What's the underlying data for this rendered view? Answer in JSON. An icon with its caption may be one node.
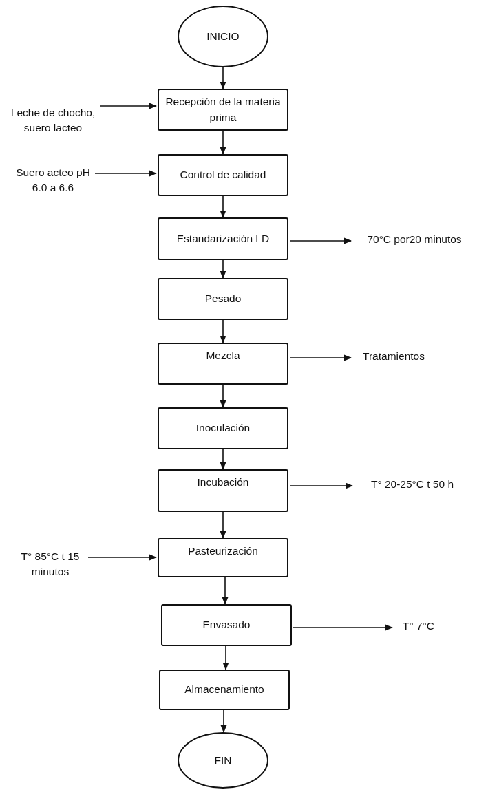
{
  "diagram": {
    "nodes": [
      {
        "text": [
          "INICIO"
        ]
      },
      {
        "text": [
          "Recepción de la materia prima"
        ]
      },
      {
        "text": [
          "Control de calidad"
        ]
      },
      {
        "text": [
          "Estandarización LD"
        ]
      },
      {
        "text": [
          "Pesado"
        ]
      },
      {
        "text": [
          "Mezcla"
        ]
      },
      {
        "text": [
          "Inoculación"
        ]
      },
      {
        "text": [
          "Incubación"
        ]
      },
      {
        "text": [
          "Pasteurización"
        ]
      },
      {
        "text": [
          "Envasado"
        ]
      },
      {
        "text": [
          "Almacenamiento"
        ]
      },
      {
        "text": [
          "FIN"
        ]
      },
      {
        "text": [
          "Leche de chocho, suero lacteo"
        ]
      },
      {
        "text": [
          "Suero acteo pH 6.0 a 6.6"
        ]
      },
      {
        "text": [
          "70°C por20 minutos"
        ]
      },
      {
        "text": [
          "Tratamientos"
        ]
      },
      {
        "text": [
          "T° 20-25°C t 50 h"
        ]
      },
      {
        "text": [
          "T° 85°C t 15 minutos"
        ]
      },
      {
        "text": [
          "T° 7°C"
        ]
      }
    ],
    "edges": [
      {
        "from": 0,
        "to": 1,
        "arrow": "to"
      },
      {
        "from": 1,
        "to": 2,
        "arrow": "to"
      },
      {
        "from": 2,
        "to": 3,
        "arrow": "to"
      },
      {
        "from": 3,
        "to": 4,
        "arrow": "to"
      },
      {
        "from": 4,
        "to": 5,
        "arrow": "to"
      },
      {
        "from": 5,
        "to": 6,
        "arrow": "to"
      },
      {
        "from": 6,
        "to": 7,
        "arrow": "to"
      },
      {
        "from": 7,
        "to": 8,
        "arrow": "to"
      },
      {
        "from": 8,
        "to": 9,
        "arrow": "to"
      },
      {
        "from": 9,
        "to": 10,
        "arrow": "to"
      },
      {
        "from": 10,
        "to": 11,
        "arrow": "to"
      },
      {
        "from": 12,
        "to": 1,
        "arrow": "to"
      },
      {
        "from": 13,
        "to": 2,
        "arrow": "to"
      },
      {
        "from": 3,
        "to": 14,
        "arrow": "to"
      },
      {
        "from": 5,
        "to": 15,
        "arrow": "to"
      },
      {
        "from": 7,
        "to": 16,
        "arrow": "to"
      },
      {
        "from": 17,
        "to": 8,
        "arrow": "to"
      },
      {
        "from": 9,
        "to": 18,
        "arrow": "to"
      }
    ]
  }
}
